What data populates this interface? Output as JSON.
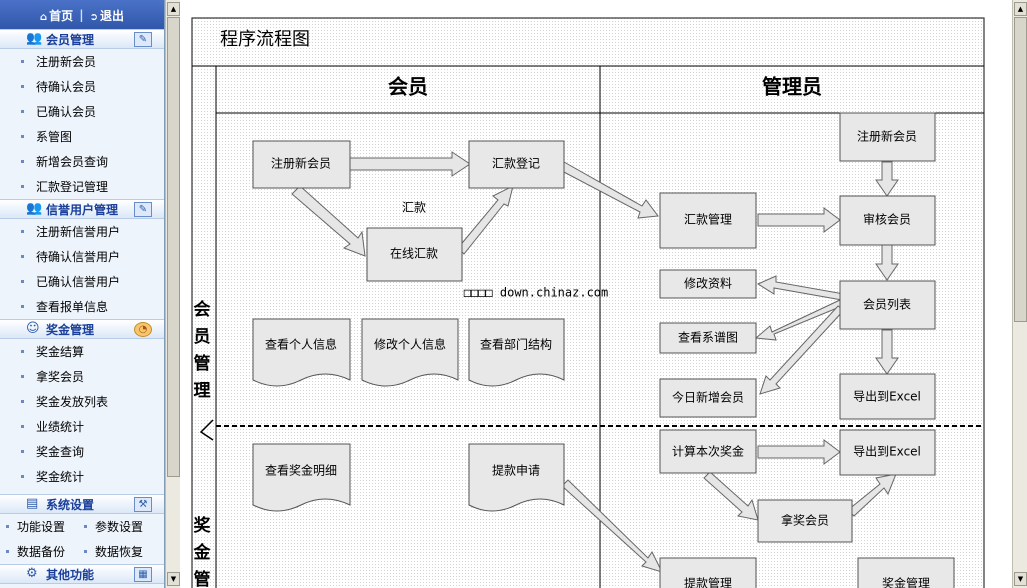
{
  "sidebar": {
    "home_label": "首页",
    "logout_label": "退出",
    "sections": [
      {
        "title": "会员管理",
        "items": [
          "注册新会员",
          "待确认会员",
          "已确认会员",
          "系管图",
          "新增会员查询",
          "汇款登记管理"
        ]
      },
      {
        "title": "信誉用户管理",
        "items": [
          "注册新信誉用户",
          "待确认信誉用户",
          "已确认信誉用户",
          "查看报单信息"
        ]
      },
      {
        "title": "奖金管理",
        "items": [
          "奖金结算",
          "拿奖会员",
          "奖金发放列表",
          "业绩统计",
          "奖金查询",
          "奖金统计"
        ]
      },
      {
        "title": "系统设置",
        "items": [
          "功能设置",
          "参数设置",
          "数据备份",
          "数据恢复"
        ]
      },
      {
        "title": "其他功能",
        "items": []
      }
    ]
  },
  "diagram": {
    "title": "程序流程图",
    "col_member": "会员",
    "col_admin": "管理员",
    "lane_member": "会员管理",
    "lane_bonus": "奖金管理",
    "remit_label": "汇款",
    "watermark": "□□□□ down.chinaz.com",
    "nodes": {
      "m_register": "注册新会员",
      "m_remit": "汇款登记",
      "m_online": "在线汇款",
      "m_view_info": "查看个人信息",
      "m_edit_info": "修改个人信息",
      "m_view_dept": "查看部门结构",
      "m_view_bonus": "查看奖金明细",
      "m_withdraw": "提款申请",
      "a_register": "注册新会员",
      "a_remit_mgr": "汇款管理",
      "a_review": "审核会员",
      "a_member_list": "会员列表",
      "a_edit": "修改资料",
      "a_tree": "查看系谱图",
      "a_today": "今日新增会员",
      "a_export1": "导出到Excel",
      "a_calc": "计算本次奖金",
      "a_export2": "导出到Excel",
      "a_bonus_member": "拿奖会员",
      "a_withdraw_mgr": "提款管理",
      "a_bonus_mgr": "奖金管理"
    }
  }
}
